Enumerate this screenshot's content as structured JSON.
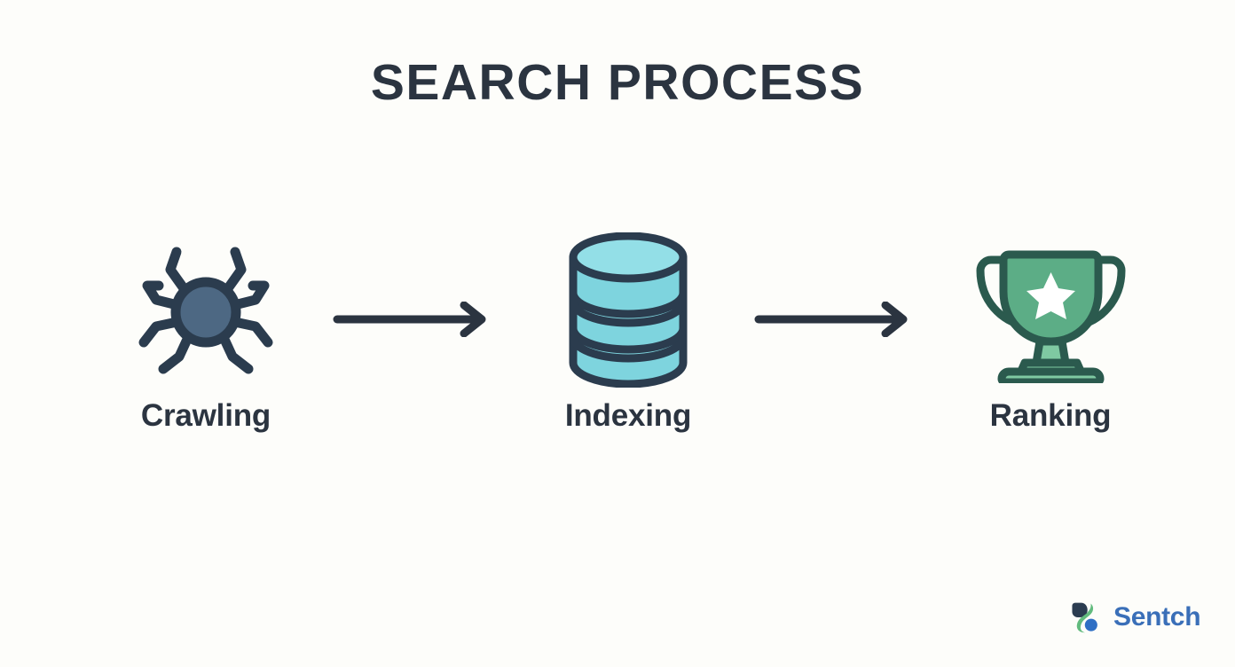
{
  "page": {
    "title": "SEARCH PROCESS",
    "background_color": "#fdfdfa",
    "text_color": "#2b3440"
  },
  "flow": {
    "steps": [
      {
        "id": "crawling",
        "label": "Crawling",
        "icon": "spider-icon",
        "icon_colors": {
          "fill": "#4d6883",
          "stroke": "#2b3c4e"
        }
      },
      {
        "id": "indexing",
        "label": "Indexing",
        "icon": "database-icon",
        "icon_colors": {
          "fill": "#7ed4de",
          "fill_light": "#93dfe7",
          "stroke": "#2b3c4e"
        }
      },
      {
        "id": "ranking",
        "label": "Ranking",
        "icon": "trophy-icon",
        "icon_colors": {
          "fill": "#5cad86",
          "fill_light": "#7fc9a2",
          "star": "#ffffff",
          "stroke": "#2b5a4e"
        }
      }
    ],
    "connectors": [
      {
        "id": "arrow-1",
        "icon": "arrow-right-icon",
        "color": "#2b3440"
      },
      {
        "id": "arrow-2",
        "icon": "arrow-right-icon",
        "color": "#2b3440"
      }
    ]
  },
  "logo": {
    "text": "Sentch",
    "mark_icon": "sentch-logo-mark",
    "text_color": "#3a6fb8",
    "mark_colors": {
      "navy": "#2b3c50",
      "green": "#62bb7e",
      "blue": "#2f6fc4"
    }
  }
}
